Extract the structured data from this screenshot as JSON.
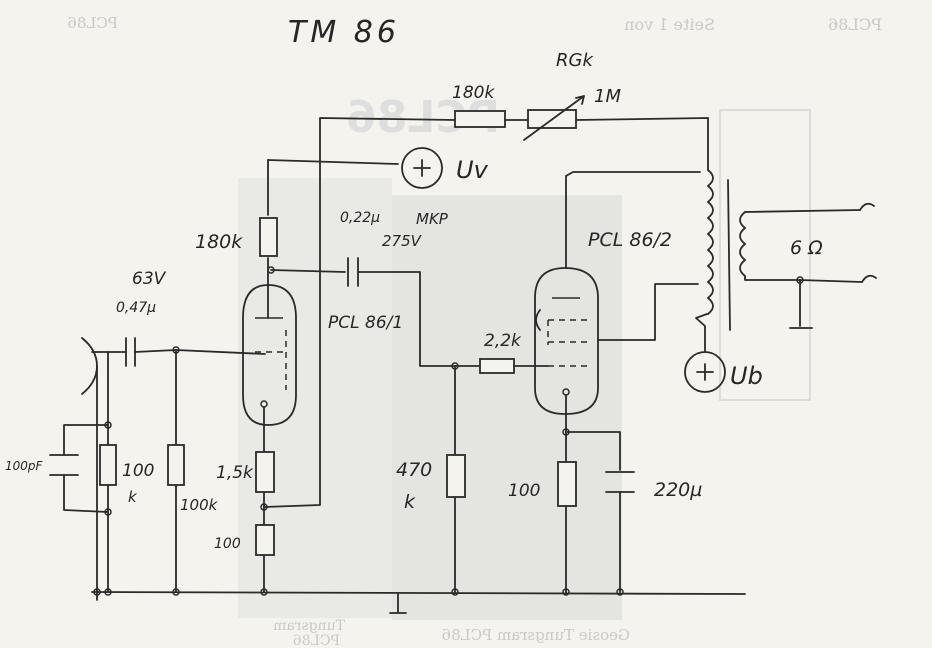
{
  "title": "TM 86",
  "labels": {
    "rgk": "RGk",
    "r_180k_top": "180k",
    "r_1m": "1M",
    "uv": "Uv",
    "ub": "Ub",
    "cap_022": "0,22µ",
    "mkp": "MKP",
    "v275": "275V",
    "pcl_862": "PCL 86/2",
    "pcl_861": "PCL 86/1",
    "r_180k_left": "180k",
    "v63": "63V",
    "cap_047": "0,47µ",
    "r_22k": "2,2k",
    "speaker": "6 Ω",
    "cap_100p": "100pF",
    "r_100k_a": "100",
    "r_100k_a2": "k",
    "r_100k_b": "100k",
    "r_15k": "1,5k",
    "r_100": "100",
    "r_470k": "470",
    "r_470k2": "k",
    "r_100_cath": "100",
    "cap_220": "220µ"
  },
  "background": {
    "watermark_top_left": "PCL86",
    "watermark_top_right": "PCL86",
    "watermark_seite": "Seite 1 von",
    "watermark_big": "PCL86",
    "watermark_bottom_1": "Tungsram",
    "watermark_bottom_2": "PCL86",
    "watermark_bottom_3": "Geosie Tungsram PCL86"
  }
}
